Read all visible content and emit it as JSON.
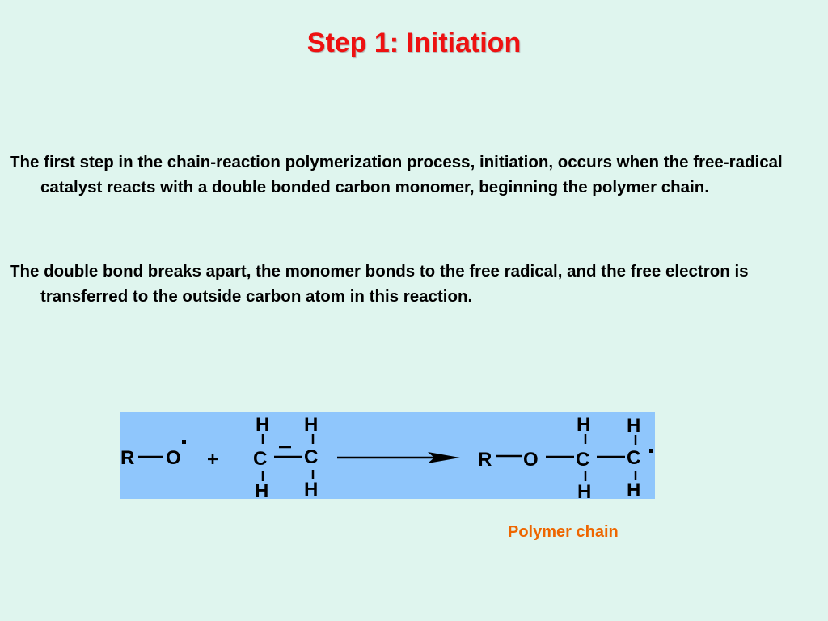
{
  "slide": {
    "title": "Step 1: Initiation",
    "paragraphs": [
      "The first step in the chain-reaction polymerization process, initiation, occurs when the  free-radical catalyst reacts with a double bonded carbon monomer, beginning the polymer chain.",
      "The double bond breaks apart, the monomer bonds to the free radical, and the free electron is transferred to the outside carbon atom in this reaction."
    ],
    "reaction": {
      "reactant_radical": {
        "r": "R",
        "o": "O"
      },
      "plus": "+",
      "monomer": {
        "c1": "C",
        "c2": "C",
        "h_top1": "H",
        "h_top2": "H",
        "h_bot1": "H",
        "h_bot2": "H"
      },
      "product": {
        "r": "R",
        "o": "O",
        "c1": "C",
        "c2": "C",
        "h_top1": "H",
        "h_top2": "H",
        "h_bot1": "H",
        "h_bot2": "H"
      }
    },
    "caption": "Polymer chain",
    "colors": {
      "title": "#ee1111",
      "background": "#dff5ee",
      "reaction_box": "#8fc6fc",
      "caption": "#ee6600"
    }
  }
}
